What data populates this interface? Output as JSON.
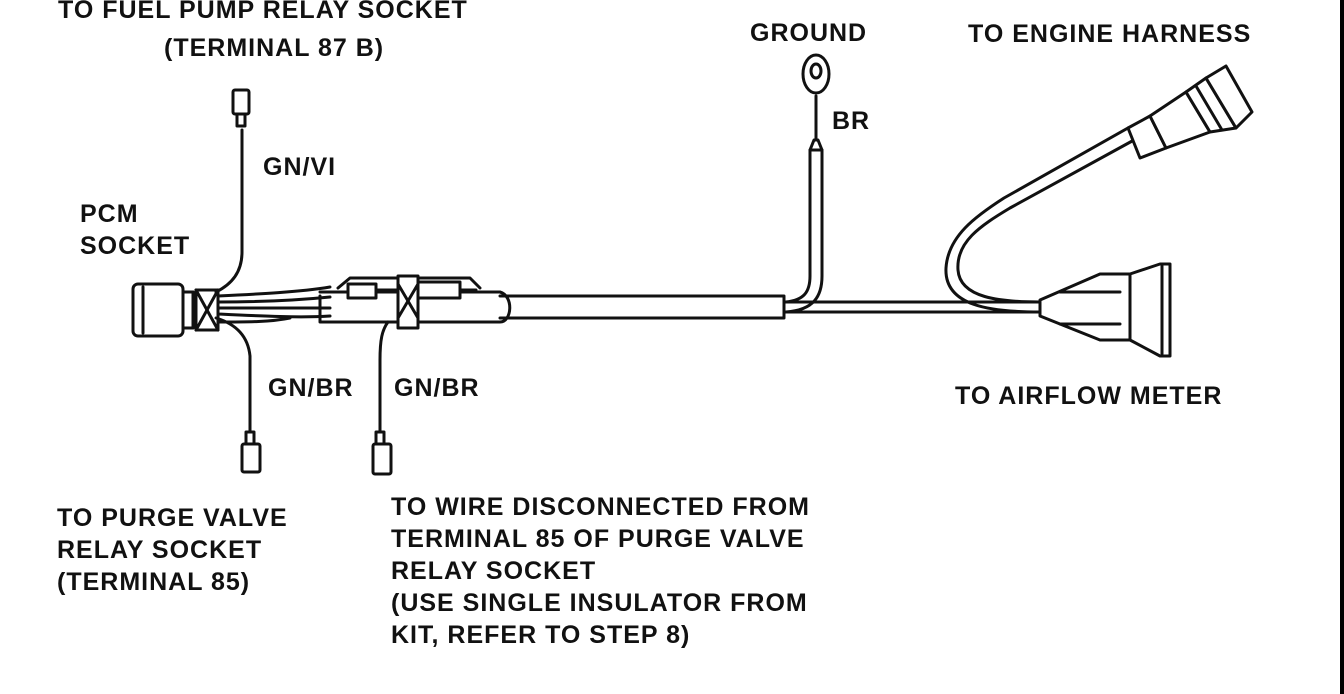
{
  "labels": {
    "fuel_pump_relay": [
      "TO FUEL PUMP RELAY SOCKET",
      "(TERMINAL 87 B)"
    ],
    "pcm_socket": [
      "PCM",
      "SOCKET"
    ],
    "gn_vi": "GN/VI",
    "gn_br_left": "GN/BR",
    "gn_br_right": "GN/BR",
    "ground": "GROUND",
    "br": "BR",
    "engine_harness": "TO ENGINE HARNESS",
    "airflow_meter": "TO AIRFLOW METER",
    "purge_valve_relay": [
      "TO PURGE VALVE",
      "RELAY SOCKET",
      "(TERMINAL 85)"
    ],
    "wire_disconnected": [
      "TO WIRE DISCONNECTED FROM",
      "TERMINAL 85 OF PURGE VALVE",
      "RELAY SOCKET",
      "(USE SINGLE INSULATOR FROM",
      "KIT, REFER TO STEP 8)"
    ]
  },
  "colors": {
    "ink": "#111111",
    "background": "#ffffff"
  }
}
